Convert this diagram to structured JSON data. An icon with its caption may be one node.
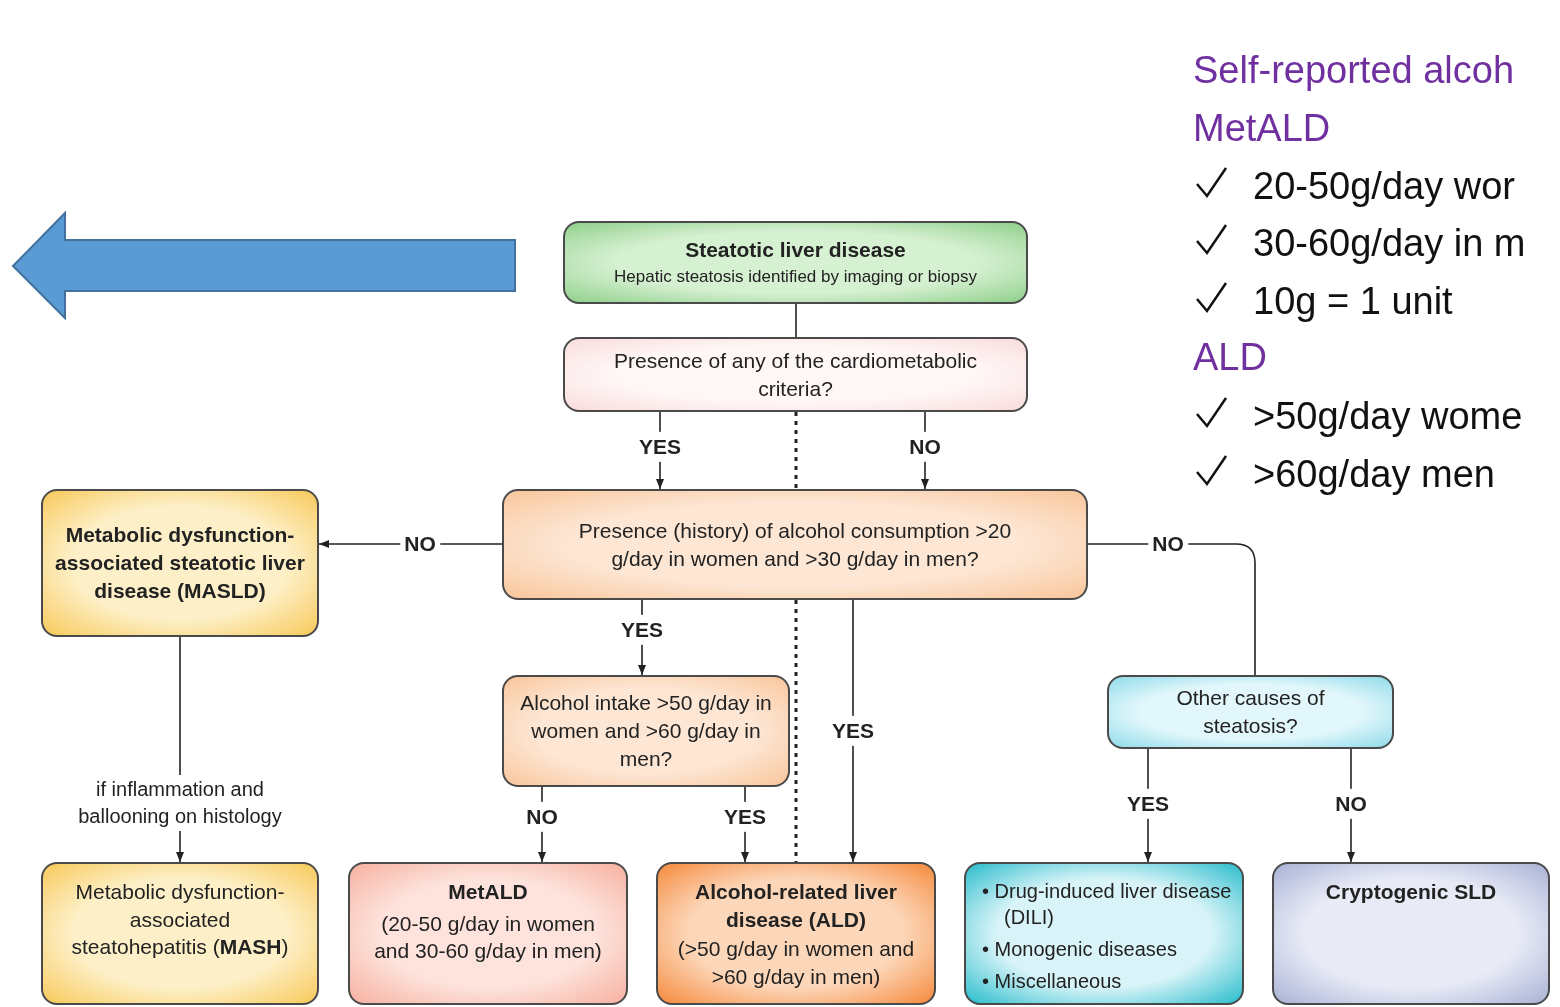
{
  "diagram": {
    "nodes": [
      {
        "text": [
          "Steatotic liver disease",
          "Hepatic steatosis identified by imaging or biopsy"
        ]
      },
      {
        "text": [
          "Presence of any of the cardiometabolic criteria?"
        ]
      },
      {
        "text": [
          "Presence (history) of alcohol consumption >20 g/day in women and >30 g/day in men?"
        ]
      },
      {
        "text": [
          "Metabolic dysfunction-associated steatotic liver disease (MASLD)"
        ]
      },
      {
        "text": [
          "Alcohol intake >50 g/day in women and >60 g/day in men?"
        ]
      },
      {
        "text": [
          "Other causes of steatosis?"
        ]
      },
      {
        "text": [
          "Metabolic dysfunction-associated steatohepatitis (**MASH**)"
        ]
      },
      {
        "text": [
          "MetALD",
          "(20-50 g/day in women and 30-60 g/day in men)"
        ]
      },
      {
        "text": [
          "Alcohol-related liver disease (ALD)",
          "(>50 g/day in women and >60 g/day in men)"
        ]
      },
      {
        "text": [
          "• Drug-induced liver disease (DILI)",
          "• Monogenic diseases",
          "• Miscellaneous"
        ]
      },
      {
        "text": [
          "Cryptogenic SLD"
        ]
      }
    ],
    "edges": [
      {
        "from": 0,
        "to": 1,
        "arrow": "none"
      },
      {
        "from": 1,
        "to": 2,
        "arrow": "to",
        "label": "YES"
      },
      {
        "from": 1,
        "to": 2,
        "arrow": "to",
        "label": "NO"
      },
      {
        "from": 2,
        "to": 3,
        "arrow": "to",
        "label": "NO"
      },
      {
        "from": 2,
        "to": 4,
        "arrow": "to",
        "label": "YES"
      },
      {
        "from": 2,
        "to": 8,
        "arrow": "to",
        "label": "YES"
      },
      {
        "from": 2,
        "to": 5,
        "arrow": "none",
        "label": "NO"
      },
      {
        "from": 3,
        "to": 6,
        "arrow": "to",
        "label": "if inflammation and ballooning on histology"
      },
      {
        "from": 4,
        "to": 7,
        "arrow": "to",
        "label": "NO"
      },
      {
        "from": 4,
        "to": 8,
        "arrow": "to",
        "label": "YES"
      },
      {
        "from": 5,
        "to": 9,
        "arrow": "to",
        "label": "YES"
      },
      {
        "from": 5,
        "to": 10,
        "arrow": "to",
        "label": "NO"
      },
      {
        "from": 1,
        "to": 2,
        "arrow": "none",
        "style": "dashed"
      },
      {
        "from": 2,
        "to": 8,
        "arrow": "none",
        "style": "dashed"
      }
    ],
    "labels": [
      "Self-reported alcoh",
      "MetALD",
      "20-50g/day wor",
      "30-60g/day in m",
      "10g = 1 unit",
      "ALD",
      ">50g/day wome",
      ">60g/day men"
    ]
  }
}
